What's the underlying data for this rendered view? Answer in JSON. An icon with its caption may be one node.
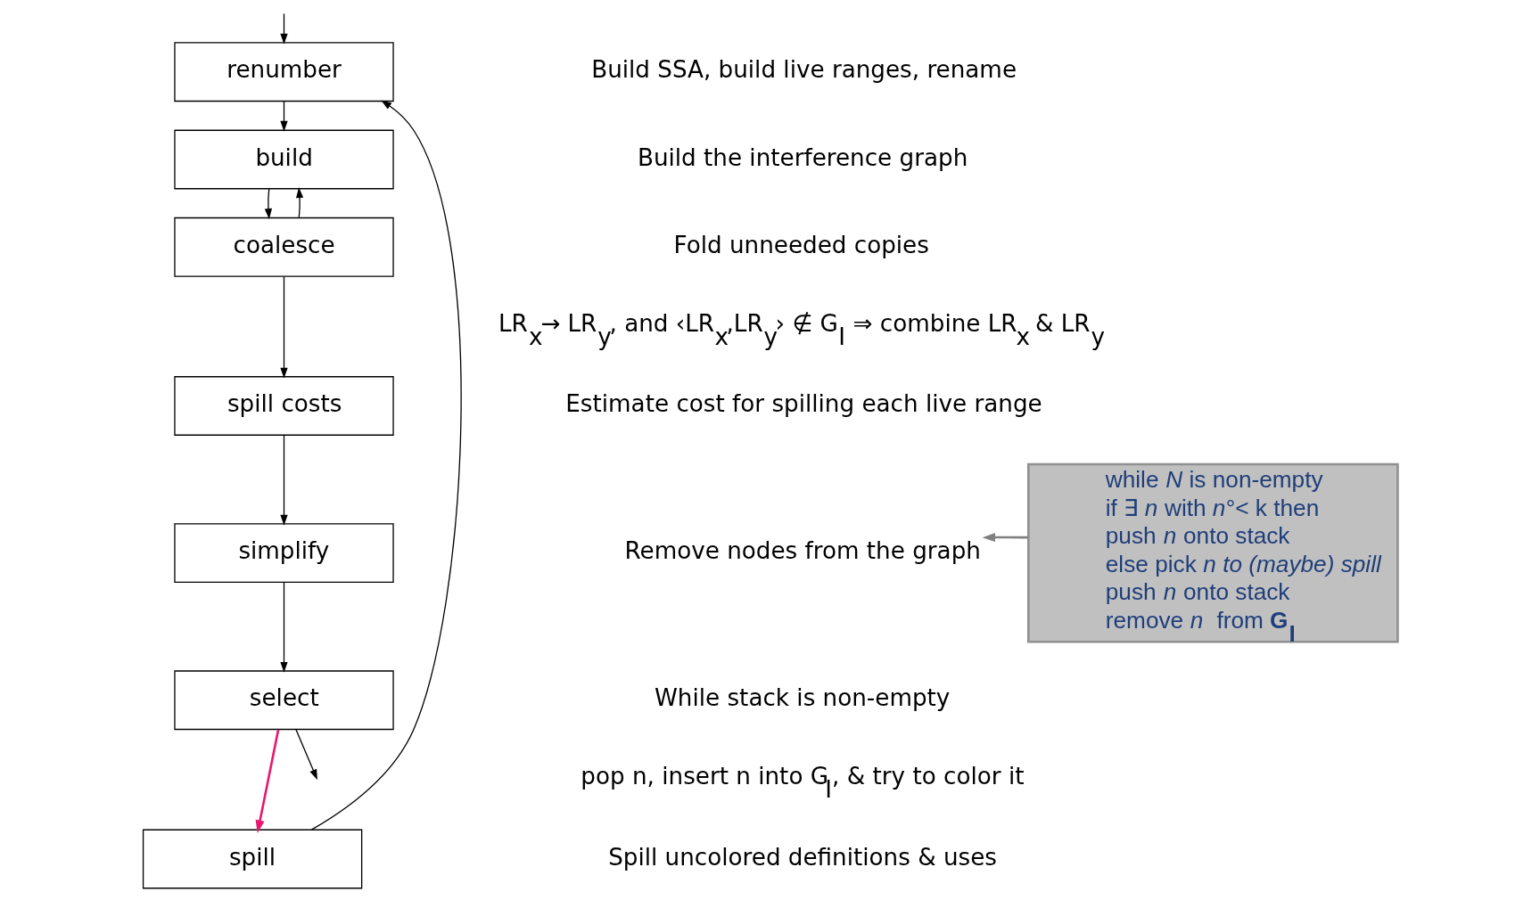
{
  "diagram": {
    "nodes": [
      {
        "text": [
          "renumber"
        ]
      },
      {
        "text": [
          "build"
        ]
      },
      {
        "text": [
          "coalesce"
        ]
      },
      {
        "text": [
          "spill costs"
        ]
      },
      {
        "text": [
          "simplify"
        ]
      },
      {
        "text": [
          "select"
        ]
      },
      {
        "text": [
          "spill"
        ]
      },
      {
        "text": [
          "Remove nodes from the graph"
        ]
      },
      {
        "text": [
          "while *N* is non-empty",
          "if ∃ *n* with *n*°< k then",
          "push *n* onto stack",
          "else pick *n to (maybe) spill*",
          "push *n* onto stack",
          "remove *n*  from **G$_{I}$**"
        ]
      }
    ],
    "edges": [
      {
        "from": null,
        "to": 0,
        "arrow": "to"
      },
      {
        "from": 0,
        "to": 1,
        "arrow": "to"
      },
      {
        "from": 1,
        "to": 2,
        "arrow": "to"
      },
      {
        "from": 2,
        "to": 1,
        "arrow": "to"
      },
      {
        "from": 2,
        "to": 3,
        "arrow": "to"
      },
      {
        "from": 3,
        "to": 4,
        "arrow": "to"
      },
      {
        "from": 4,
        "to": 5,
        "arrow": "to"
      },
      {
        "from": 5,
        "to": 6,
        "arrow": "to",
        "color": "#e8186e"
      },
      {
        "from": 6,
        "to": 0,
        "arrow": "to"
      },
      {
        "from": 5,
        "to": null,
        "arrow": "to"
      },
      {
        "from": 8,
        "to": 7,
        "arrow": "to",
        "color": "#808080"
      }
    ],
    "labels": [
      "Build SSA, build live ranges, rename",
      "Build the interference graph",
      "Fold unneeded copies",
      "LR$_{x}$→ LR$_{y}$, and ‹LR$_{x}$,LR$_{y}$› ∉ G$_{I}$ ⇒ combine LR$_{x}$ & LR$_{y}$",
      "Estimate cost for spilling each live range",
      "While stack is non-empty",
      "pop n, insert n into G$_{I}$, & try to color it",
      "Spill uncolored definitions & uses"
    ]
  }
}
